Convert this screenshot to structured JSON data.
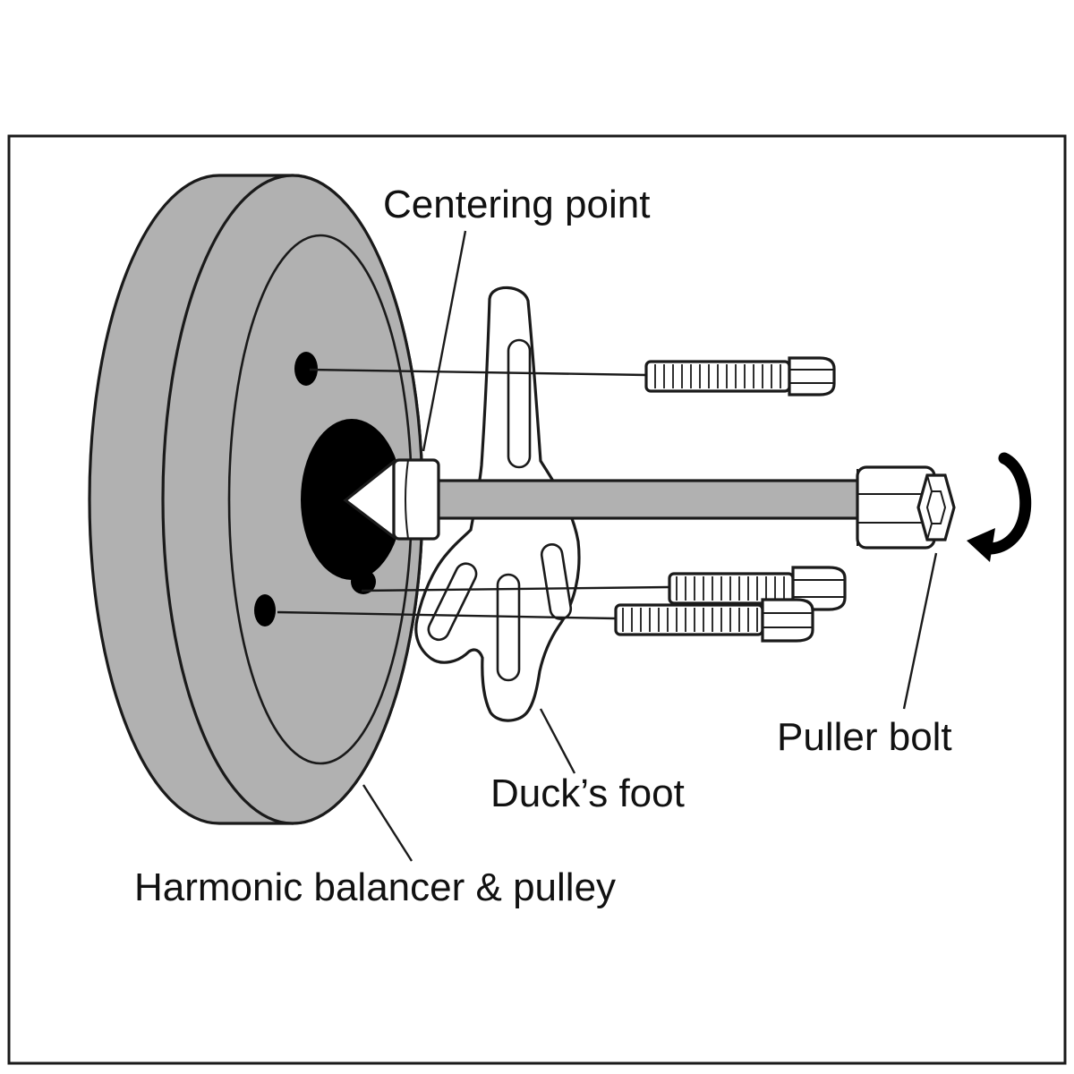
{
  "figure": {
    "type": "technical-diagram",
    "subject": "Harmonic balancer puller tool exploded view",
    "labels": {
      "centering_point": "Centering point",
      "puller_bolt": "Puller bolt",
      "ducks_foot": "Duck’s foot",
      "harmonic_balancer": "Harmonic balancer & pulley"
    },
    "colors": {
      "line": "#1a1a1a",
      "metal_gray": "#b1b1b1",
      "tool_white": "#ffffff",
      "hub_black": "#000000",
      "background": "#ffffff"
    },
    "parts": [
      "harmonic-balancer-pulley",
      "centering-point",
      "ducks-foot-plate",
      "main-puller-bolt",
      "top-side-bolt",
      "middle-side-bolt",
      "lower-side-bolt",
      "rotation-arrow"
    ]
  }
}
